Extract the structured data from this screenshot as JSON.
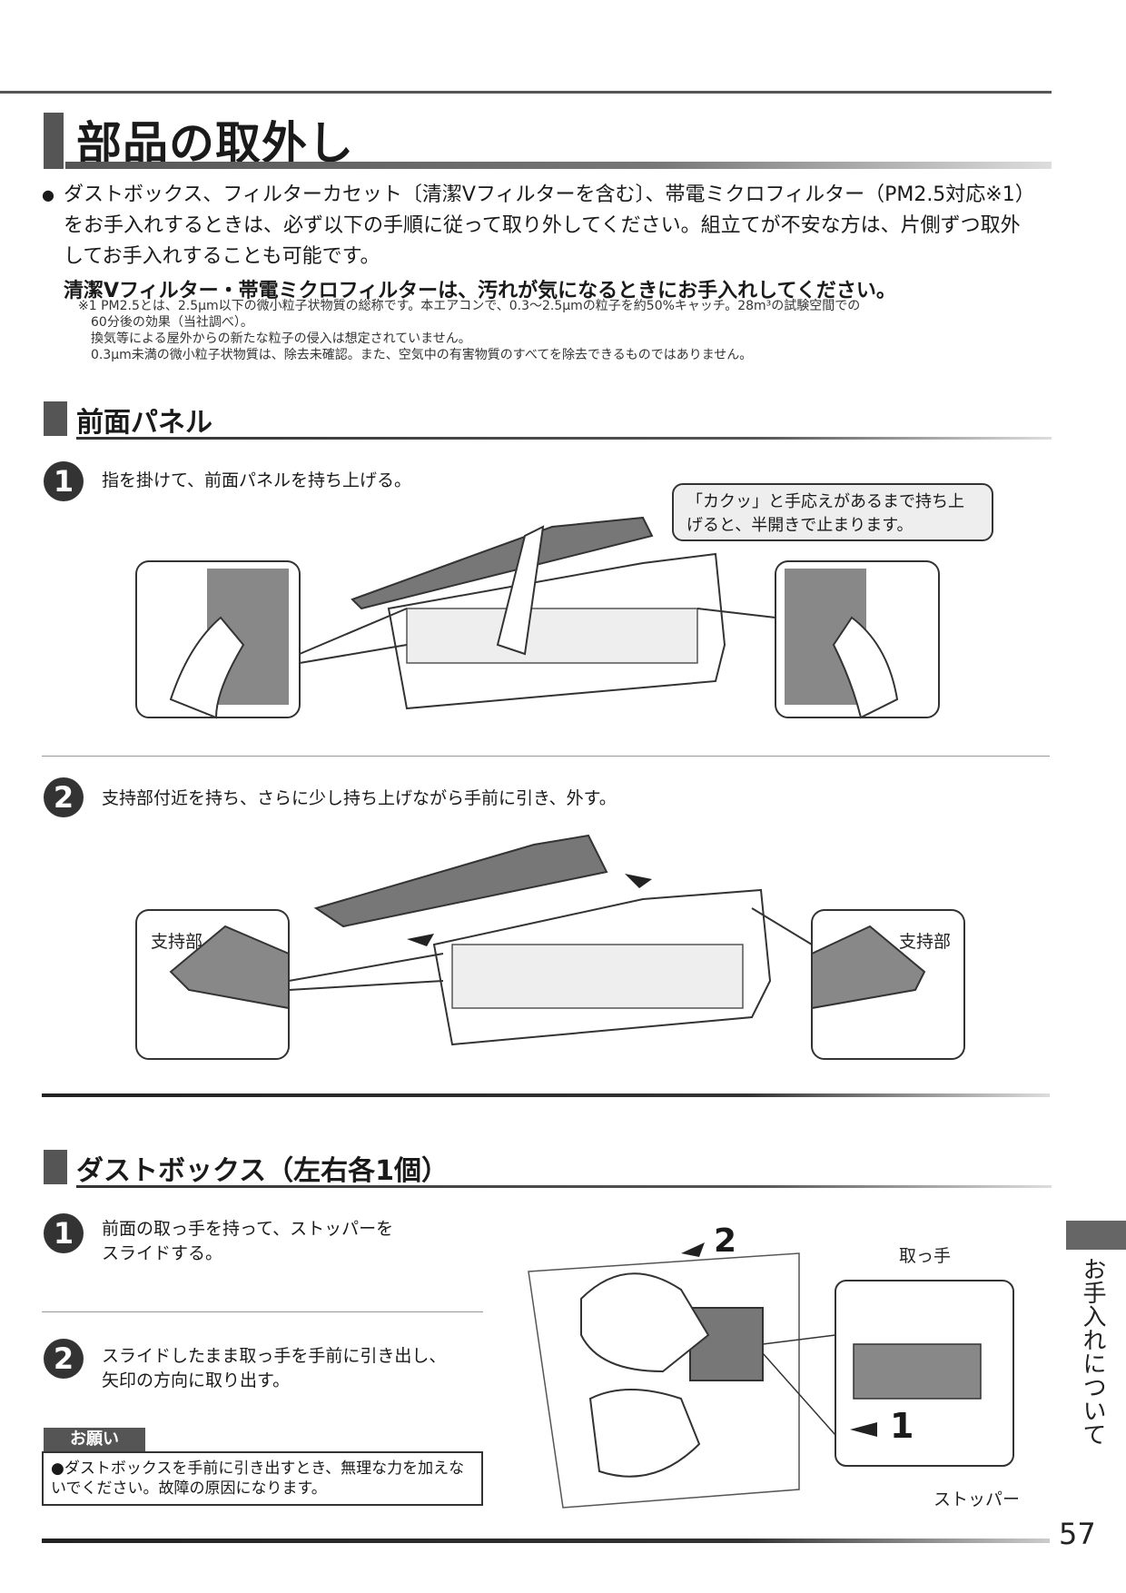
{
  "page": {
    "title": "部品の取外し",
    "intro_bullet": "●",
    "intro_text": "ダストボックス、フィルターカセット〔清潔Vフィルターを含む〕、帯電ミクロフィルター（PM2.5対応※1）をお手入れするときは、必ず以下の手順に従って取り外してください。組立てが不安な方は、片側ずつ取外してお手入れすることも可能です。",
    "intro_strong": "清潔Vフィルター・帯電ミクロフィルターは、汚れが気になるときにお手入れしてください。",
    "notes": [
      "※1 PM2.5とは、2.5μm以下の微小粒子状物質の総称です。本エアコンで、0.3〜2.5μmの粒子を約50%キャッチ。28m³の試験空間での",
      "60分後の効果（当社調べ）。",
      "換気等による屋外からの新たな粒子の侵入は想定されていません。",
      "0.3μm未満の微小粒子状物質は、除去未確認。また、空気中の有害物質のすべてを除去できるものではありません。"
    ],
    "page_number": "57",
    "side_tab": "お手入れについて"
  },
  "front_panel": {
    "heading": "前面パネル",
    "step1_num": "1",
    "step1_text": "指を掛けて、前面パネルを持ち上げる。",
    "callout": "「カクッ」と手応えがあるまで持ち上げると、半開きで止まります。",
    "step2_num": "2",
    "step2_text": "支持部付近を持ち、さらに少し持ち上げながら手前に引き、外す。",
    "support_label_left": "支持部",
    "support_label_right": "支持部"
  },
  "dust_box": {
    "heading": "ダストボックス（左右各1個）",
    "step1_num": "1",
    "step1_text_line1": "前面の取っ手を持って、ストッパーを",
    "step1_text_line2": "スライドする。",
    "step2_num": "2",
    "step2_text_line1": "スライドしたまま取っ手を手前に引き出し、",
    "step2_text_line2": "矢印の方向に取り出す。",
    "onegai_tag": "お願い",
    "onegai_text": "●ダストボックスを手前に引き出すとき、無理な力を加えないでください。故障の原因になります。",
    "label_handle": "取っ手",
    "label_stopper": "ストッパー",
    "arrow_label_1": "1",
    "arrow_label_2": "2"
  }
}
